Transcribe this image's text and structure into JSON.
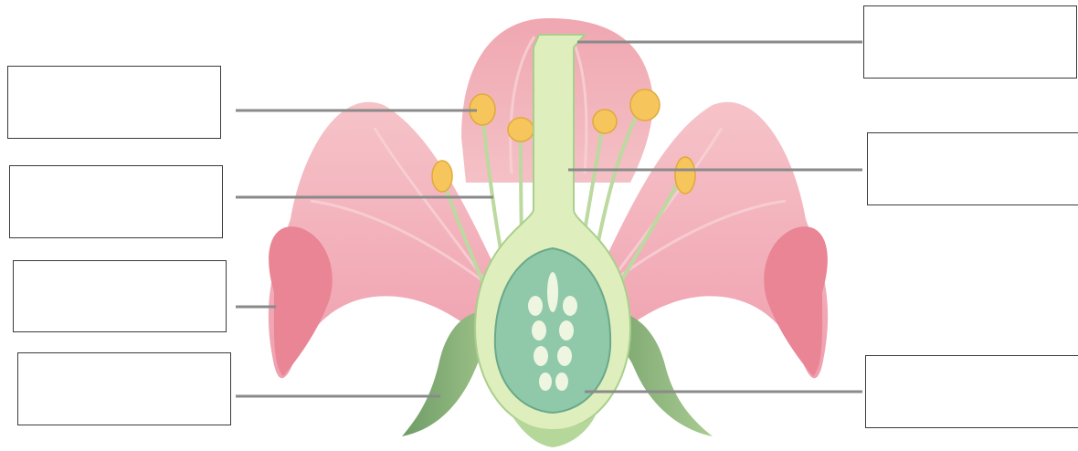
{
  "diagram": {
    "label_boxes": [
      {
        "id": "left-1",
        "text": ""
      },
      {
        "id": "left-2",
        "text": ""
      },
      {
        "id": "left-3",
        "text": ""
      },
      {
        "id": "left-4",
        "text": ""
      },
      {
        "id": "right-1",
        "text": ""
      },
      {
        "id": "right-2",
        "text": ""
      },
      {
        "id": "right-3",
        "text": ""
      }
    ],
    "colors": {
      "petal": "#f1a8b3",
      "petal_dark": "#e2798b",
      "pistil": "#dfeebd",
      "ovary_inner": "#8fc9a9",
      "sepal": "#7fae73",
      "anther": "#f6c65c",
      "leader_line": "#8a8a8a"
    }
  }
}
